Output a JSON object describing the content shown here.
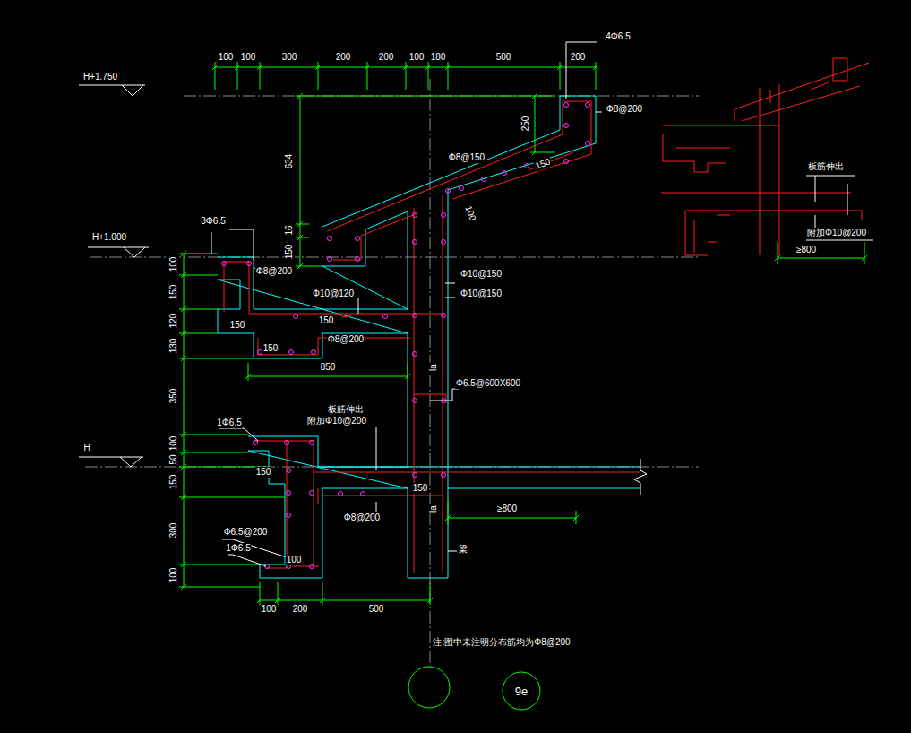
{
  "diagram": {
    "nodes": [
      {
        "text": [
          "9e"
        ]
      }
    ],
    "labels": [
      "H+1.750",
      "H+1.000",
      "H",
      "100",
      "100",
      "300",
      "200",
      "200",
      "100",
      "180",
      "500",
      "200",
      "4Φ6.5",
      "Φ8@200",
      "250",
      "634",
      "16",
      "150",
      "Φ8@150",
      "150",
      "100",
      "3Φ6.5",
      "Φ8@200",
      "Φ10@150",
      "Φ10@120",
      "Φ10@150",
      "150",
      "150",
      "Φ8@200",
      "150",
      "850",
      "la",
      "Φ6.5@600X600",
      "板筋伸出",
      "附加Φ10@200",
      "1Φ6.5",
      "150",
      "150",
      "≥800",
      "la",
      "Φ8@200",
      "Φ6.5@200",
      "梁",
      "1Φ6.5",
      "100",
      "100",
      "150",
      "120",
      "130",
      "350",
      "100",
      "50",
      "150",
      "300",
      "100",
      "100",
      "200",
      "500",
      "注:图中未注明分布筋均为Φ8@200",
      "板筋伸出",
      "附加Φ10@200",
      "≥800"
    ]
  }
}
